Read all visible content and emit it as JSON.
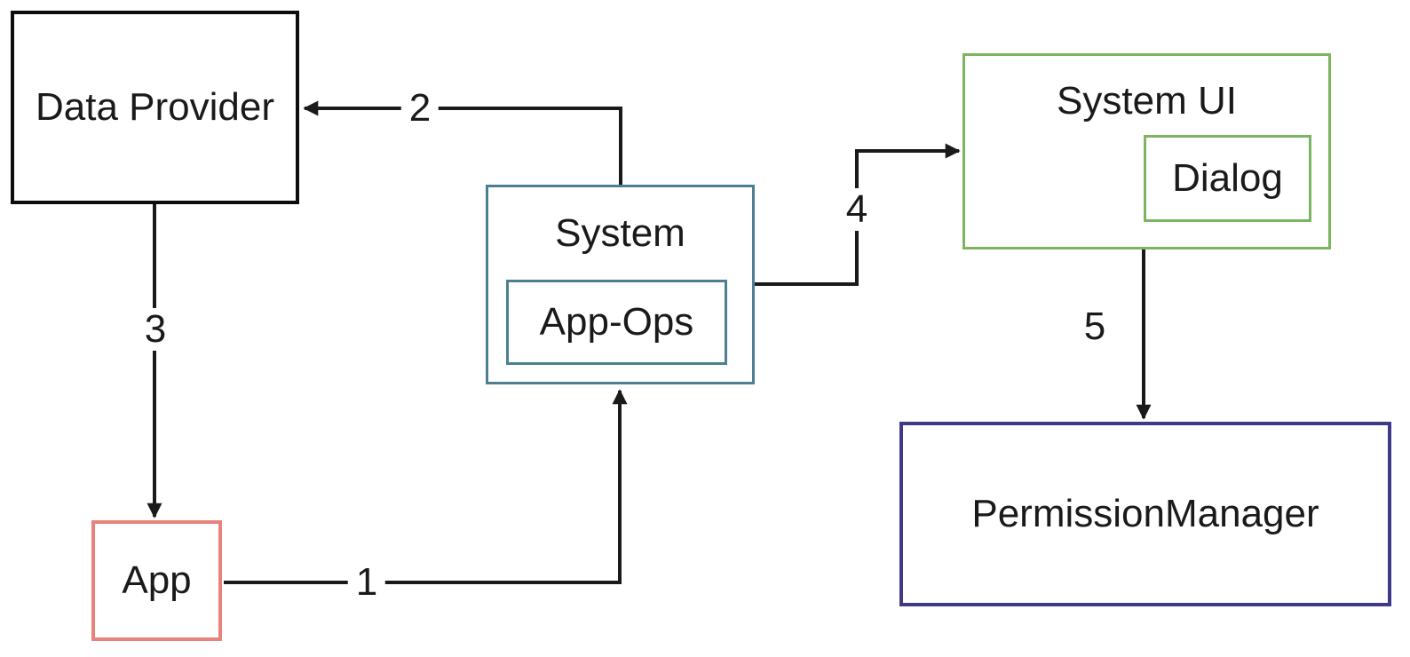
{
  "diagram": {
    "type": "flow-diagram",
    "background": "#ffffff",
    "arrow_color": "#1a1a1a",
    "text_color": "#1a1a1a",
    "nodes": {
      "data_provider": {
        "label": "Data Provider",
        "border_color": "#0d0d0d"
      },
      "app": {
        "label": "App",
        "border_color": "#e9827d"
      },
      "system": {
        "label": "System",
        "border_color": "#4e7f90"
      },
      "app_ops": {
        "label": "App-Ops",
        "border_color": "#4e7f90",
        "parent": "system"
      },
      "system_ui": {
        "label": "System UI",
        "border_color": "#7db45f"
      },
      "dialog": {
        "label": "Dialog",
        "border_color": "#7db45f",
        "parent": "system_ui"
      },
      "permission_manager": {
        "label": "PermissionManager",
        "border_color": "#3f3a88"
      }
    },
    "edges": [
      {
        "label": "1",
        "from": "app",
        "to": "system"
      },
      {
        "label": "2",
        "from": "system",
        "to": "data_provider"
      },
      {
        "label": "3",
        "from": "data_provider",
        "to": "app"
      },
      {
        "label": "4",
        "from": "system",
        "to": "system_ui"
      },
      {
        "label": "5",
        "from": "system_ui",
        "to": "permission_manager"
      }
    ]
  }
}
